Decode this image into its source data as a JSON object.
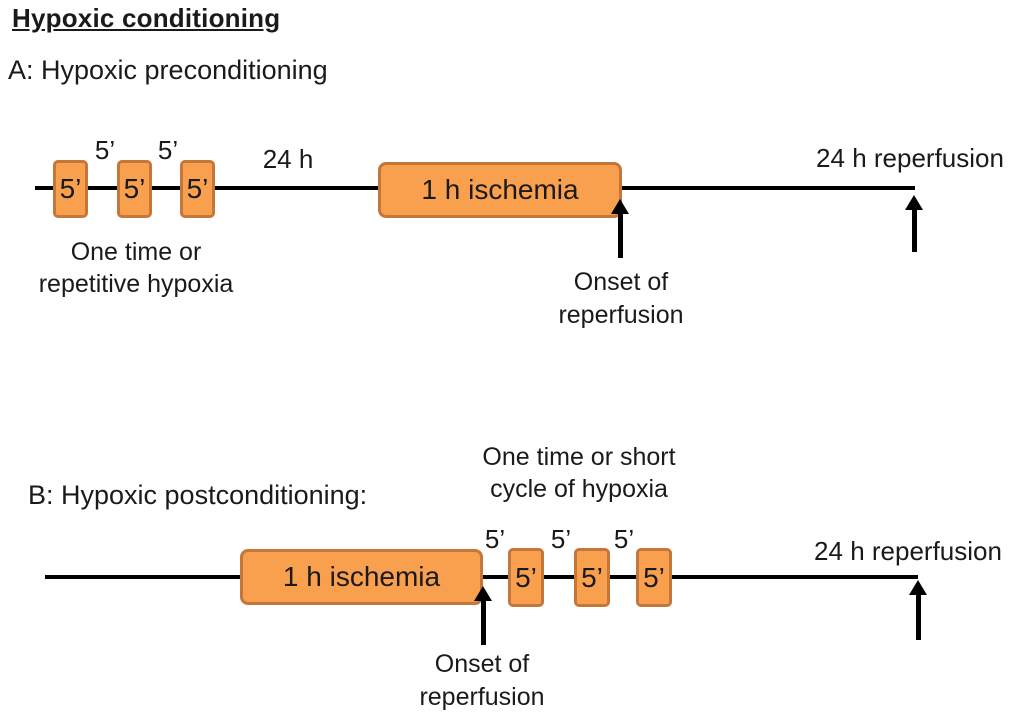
{
  "title": "Hypoxic conditioning",
  "panel_a": {
    "heading": "A: Hypoxic preconditioning",
    "box_labels": [
      "5’",
      "5’",
      "5’"
    ],
    "gap_labels": [
      "5’",
      "5’"
    ],
    "interval_label": "24 h",
    "ischemia_label": "1 h ischemia",
    "reperfusion_label": "24 h reperfusion",
    "note": {
      "line1": "One time or",
      "line2": "repetitive hypoxia"
    },
    "onset": {
      "line1": "Onset of",
      "line2": "reperfusion"
    }
  },
  "panel_b": {
    "heading": "B: Hypoxic postconditioning:",
    "note": {
      "line1": "One time or short",
      "line2": "cycle of hypoxia"
    },
    "gap_labels": [
      "5’",
      "5’",
      "5’"
    ],
    "box_labels": [
      "5’",
      "5’",
      "5’"
    ],
    "ischemia_label": "1 h ischemia",
    "reperfusion_label": "24 h reperfusion",
    "onset": {
      "line1": "Onset of",
      "line2": "reperfusion"
    }
  },
  "colors": {
    "box_fill": "#F9A04F",
    "box_border": "#C5763B",
    "line": "#000000",
    "text": "#1A1A1A"
  }
}
